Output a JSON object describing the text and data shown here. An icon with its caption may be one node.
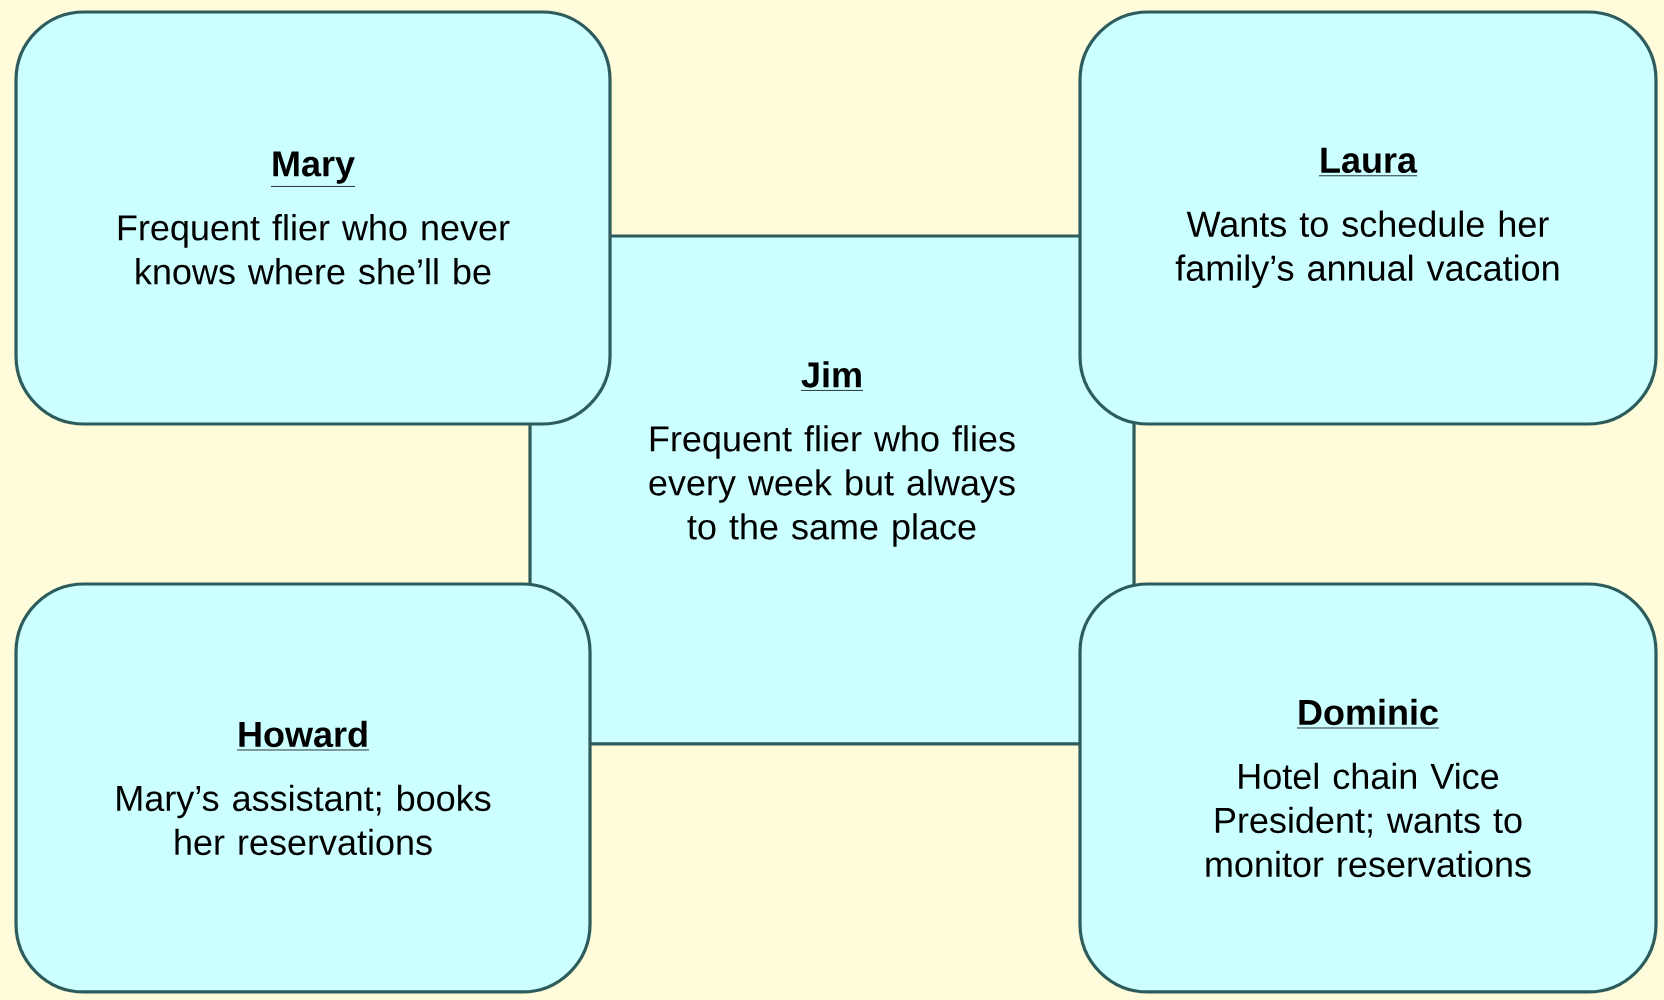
{
  "diagram": {
    "nodes": [
      {
        "text": [
          "Mary",
          "Frequent flier who never knows where she’ll be"
        ]
      },
      {
        "text": [
          "Laura",
          "Wants to schedule her family’s annual vacation"
        ]
      },
      {
        "text": [
          "Jim",
          "Frequent flier who flies every week but always to the same place"
        ]
      },
      {
        "text": [
          "Howard",
          "Mary’s assistant; books her reservations"
        ]
      },
      {
        "text": [
          "Dominic",
          "Hotel chain Vice President; wants to monitor reservations"
        ]
      }
    ]
  }
}
